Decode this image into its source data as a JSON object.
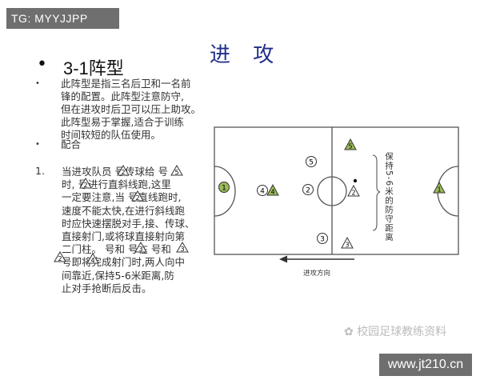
{
  "watermark_top": "TG: MYYJJPP",
  "title": "进 攻",
  "heading": {
    "bullet": "•",
    "text": "3-1阵型"
  },
  "para1": {
    "bullet": "•",
    "lines": [
      "此阵型是指三名后卫和一名前",
      "锋的配置。此阵型注意防守,",
      "但在进攻时后卫可以压上助攻。",
      "此阵型易于掌握,适合于训练",
      "时间较短的队伍使用。"
    ]
  },
  "para2": {
    "bullet": "•",
    "text": "配合"
  },
  "item1": {
    "number": "1.",
    "lines": [
      "当进攻队员  号传球给  号",
      "时,  号进行直斜线跑,这里",
      "一定要注意,当  号直线跑时,",
      "速度不能太快,在进行斜线跑",
      "时应快速摆脱对手,接、传球、",
      "直接射门,或将球直接射向第",
      "二门柱。  号和  号在  号和",
      "  号即将完成射门时,两人向中",
      "间靠近,保持5-6米距离,防",
      "止对手抢断后反击。"
    ],
    "marks": [
      "2",
      "5",
      "2",
      "2",
      "3",
      "3",
      "4",
      "2"
    ]
  },
  "diagram": {
    "players": [
      "1",
      "4",
      "4",
      "2",
      "5",
      "5",
      "2",
      "3",
      "3",
      "1"
    ],
    "side_text": "保持5-6米的防守距离",
    "arrow_label": "进攻方向"
  },
  "watermark_bottom": "校园足球教练资料",
  "watermark_site": "www.jt210.cn",
  "colors": {
    "title": "#1f2e8a",
    "green": "#9bbb59",
    "field_line": "#555555"
  }
}
